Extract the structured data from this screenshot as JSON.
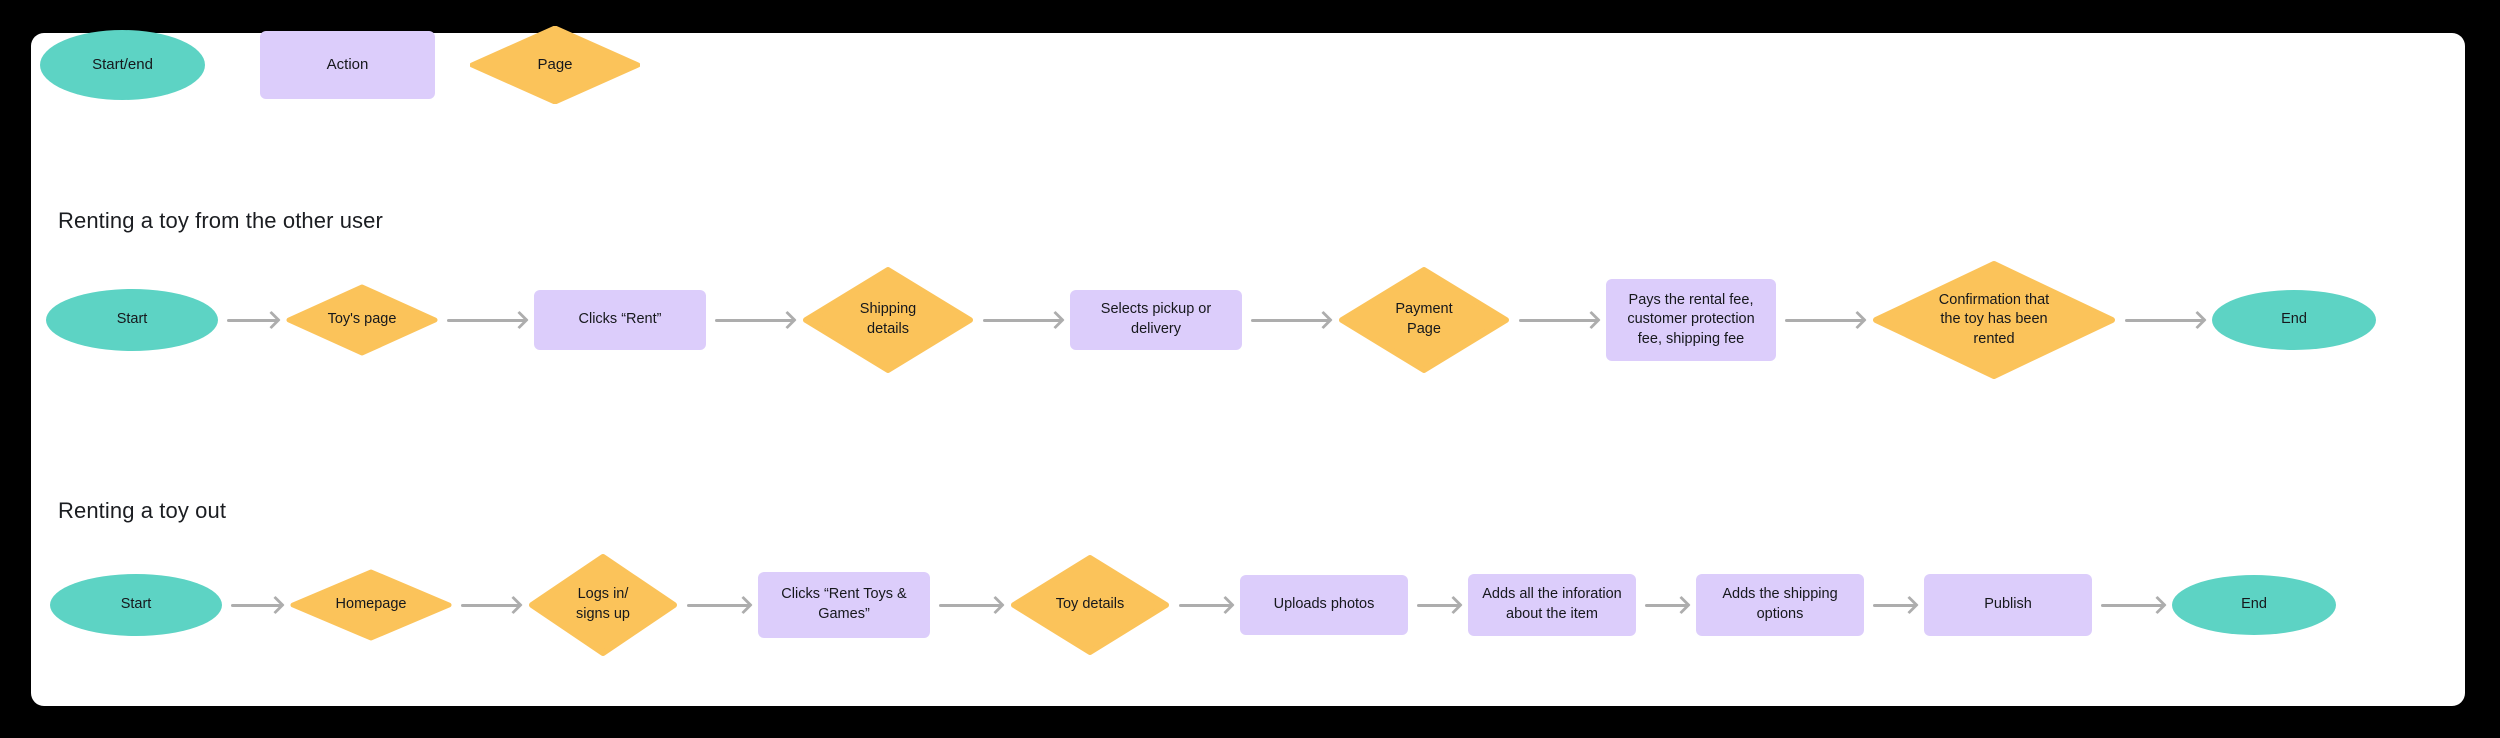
{
  "canvas": {
    "background_color": "#000000",
    "card_color": "#ffffff"
  },
  "palette": {
    "start_end_fill": "#5DD3C4",
    "action_fill": "#DCCDFB",
    "page_fill": "#FBC35A",
    "arrow_color": "#ADADAD",
    "text_color": "#16181c"
  },
  "legend": {
    "items": [
      {
        "label": "Start/end",
        "shape": "ellipse",
        "color": "#5DD3C4"
      },
      {
        "label": "Action",
        "shape": "rect",
        "color": "#DCCDFB"
      },
      {
        "label": "Page",
        "shape": "diamond",
        "color": "#FBC35A"
      }
    ]
  },
  "flows": [
    {
      "title": "Renting a toy from the other user",
      "nodes": [
        {
          "label": "Start",
          "shape": "ellipse"
        },
        {
          "label": "Toy's page",
          "shape": "diamond"
        },
        {
          "label": "Clicks “Rent”",
          "shape": "rect"
        },
        {
          "label": "Shipping\ndetails",
          "shape": "diamond"
        },
        {
          "label": "Selects pickup or\ndelivery",
          "shape": "rect"
        },
        {
          "label": "Payment\nPage",
          "shape": "diamond"
        },
        {
          "label": "Pays the rental fee,\ncustomer protection\nfee, shipping fee",
          "shape": "rect"
        },
        {
          "label": "Confirmation that\nthe toy has been\nrented",
          "shape": "diamond"
        },
        {
          "label": "End",
          "shape": "ellipse"
        }
      ]
    },
    {
      "title": "Renting a toy out",
      "nodes": [
        {
          "label": "Start",
          "shape": "ellipse"
        },
        {
          "label": "Homepage",
          "shape": "diamond"
        },
        {
          "label": "Logs in/\nsigns up",
          "shape": "diamond"
        },
        {
          "label": "Clicks “Rent Toys &\nGames”",
          "shape": "rect"
        },
        {
          "label": "Toy details",
          "shape": "diamond"
        },
        {
          "label": "Uploads photos",
          "shape": "rect"
        },
        {
          "label": "Adds all the inforation\nabout the item",
          "shape": "rect"
        },
        {
          "label": "Adds the shipping\noptions",
          "shape": "rect"
        },
        {
          "label": "Publish",
          "shape": "rect"
        },
        {
          "label": "End",
          "shape": "ellipse"
        }
      ]
    }
  ]
}
